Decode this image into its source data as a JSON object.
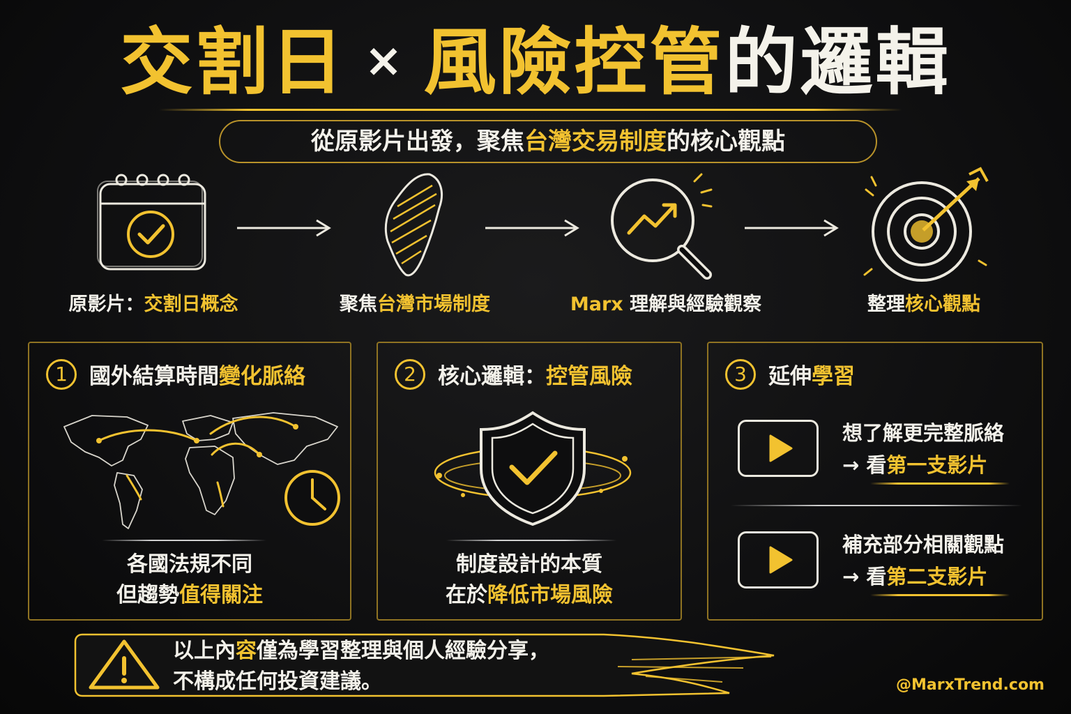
{
  "title": {
    "part1": "交割日",
    "times": "×",
    "part2": "風險控管",
    "part3": "的邏輯"
  },
  "subtitle": {
    "pre": "從原影片出發，聚焦",
    "highlight": "台灣交易制度",
    "post": "的核心觀點"
  },
  "flow": [
    {
      "icon": "calendar-check-icon",
      "label_pre": "原影片：",
      "label_highlight": "交割日概念",
      "label_post": ""
    },
    {
      "icon": "taiwan-map-icon",
      "label_pre": "聚焦",
      "label_highlight": "台灣市場制度",
      "label_post": ""
    },
    {
      "icon": "magnifier-trend-icon",
      "label_pre": "",
      "label_highlight": "Marx",
      "label_post": " 理解與經驗觀察"
    },
    {
      "icon": "target-arrow-icon",
      "label_pre": "整理",
      "label_highlight": "核心觀點",
      "label_post": ""
    }
  ],
  "panels": [
    {
      "num": "1",
      "head_pre": "國外結算時間",
      "head_highlight": "變化脈絡",
      "line1": "各國法規不同",
      "line2_pre": "但趨勢",
      "line2_highlight": "值得關注",
      "icon": "world-map-clock-icon"
    },
    {
      "num": "2",
      "head_pre": "核心邏輯：",
      "head_highlight": "控管風險",
      "line1": "制度設計的本質",
      "line2_pre": "在於",
      "line2_highlight": "降低市場風險",
      "icon": "shield-check-icon"
    },
    {
      "num": "3",
      "head_pre": "延伸",
      "head_highlight": "學習",
      "videos": [
        {
          "line1": "想了解更完整脈絡",
          "line2_pre": "→ 看",
          "line2_highlight": "第一支影片"
        },
        {
          "line1": "補充部分相關觀點",
          "line2_pre": "→ 看",
          "line2_highlight": "第二支影片"
        }
      ]
    }
  ],
  "disclaimer": {
    "line1_pre": "以上內",
    "line1_highlight": "容",
    "line1_post": "僅為學習整理與個人經驗分享，",
    "line2": "不構成任何投資建議。",
    "icon": "warning-icon"
  },
  "handle": "@MarxTrend.com",
  "colors": {
    "accent": "#f2c230",
    "text": "#f4f2ea",
    "background": "#0e0e0f"
  }
}
